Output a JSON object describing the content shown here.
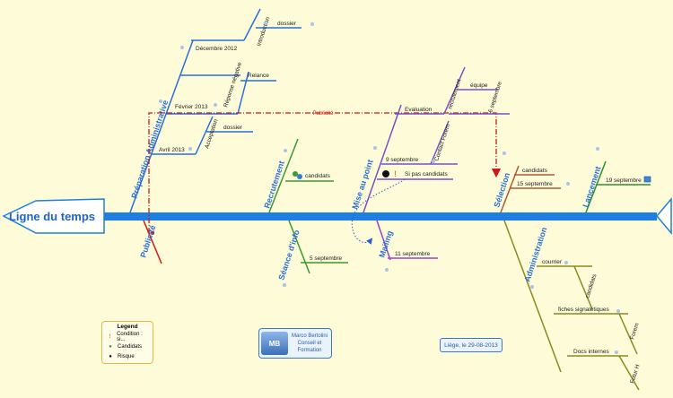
{
  "main": {
    "title": "Ligne du temps"
  },
  "branches": {
    "prep": {
      "label": "Préparation Administrative",
      "dates": [
        "Décembre 2012",
        "Février 2013",
        "Avril 2013"
      ],
      "introduction": "Introduction",
      "dossier1": "dossier",
      "reponse_negative": "Réponse négative",
      "relance": "Relance",
      "acceptation": "Acceptation",
      "dossier2": "dossier"
    },
    "publicite": {
      "label": "Publicité",
      "line_label": "Publicité"
    },
    "recrutement": {
      "label": "Recrutement",
      "candidats": "candidats"
    },
    "seance": {
      "label": "Séance d'info",
      "date": "5 septembre"
    },
    "mise": {
      "label": "Mise au point",
      "evaluation": "Evaluation",
      "recrutement": "recrutement",
      "equipe": "équipe",
      "six_sept": "6 septembre",
      "contact": "Contact Forem",
      "neuf_sept": "9 septembre",
      "si_pas": "Si pas candidats"
    },
    "mailing": {
      "label": "Mailing",
      "date": "11 septembre"
    },
    "selection": {
      "label": "Sélection",
      "candidats": "candidats",
      "date": "15 septembre"
    },
    "lancement": {
      "label": "Lancement",
      "date": "19 septembre"
    },
    "admin": {
      "label": "Administration",
      "courrier": "courrier",
      "candidats": "candidats",
      "fiches": "fiches signalétiques",
      "forem": "Forem",
      "docs": "Docs internes",
      "futur": "Futur H"
    }
  },
  "legend": {
    "title": "Legend",
    "items": [
      {
        "icon": "exclamation-icon",
        "label": "Condition : si..."
      },
      {
        "icon": "candidats-icon",
        "label": "Candidats"
      },
      {
        "icon": "bomb-icon",
        "label": "Risque"
      }
    ]
  },
  "badge": {
    "logo": "MB",
    "line1": "Marco Bertolini",
    "line2": "Conseil et",
    "line3": "Formation"
  },
  "footer": {
    "date_text": "Liège, le 29-08-2013"
  },
  "colors": {
    "spine": "#1e7fe0",
    "prep": "#2a6fd6",
    "recrut": "#3a9a2e",
    "mise": "#7b4fc4",
    "mailing": "#a040c0",
    "selection": "#b05a30",
    "lancement": "#2e8f2e",
    "admin": "#8a8a20",
    "publicite": "#d01818"
  }
}
